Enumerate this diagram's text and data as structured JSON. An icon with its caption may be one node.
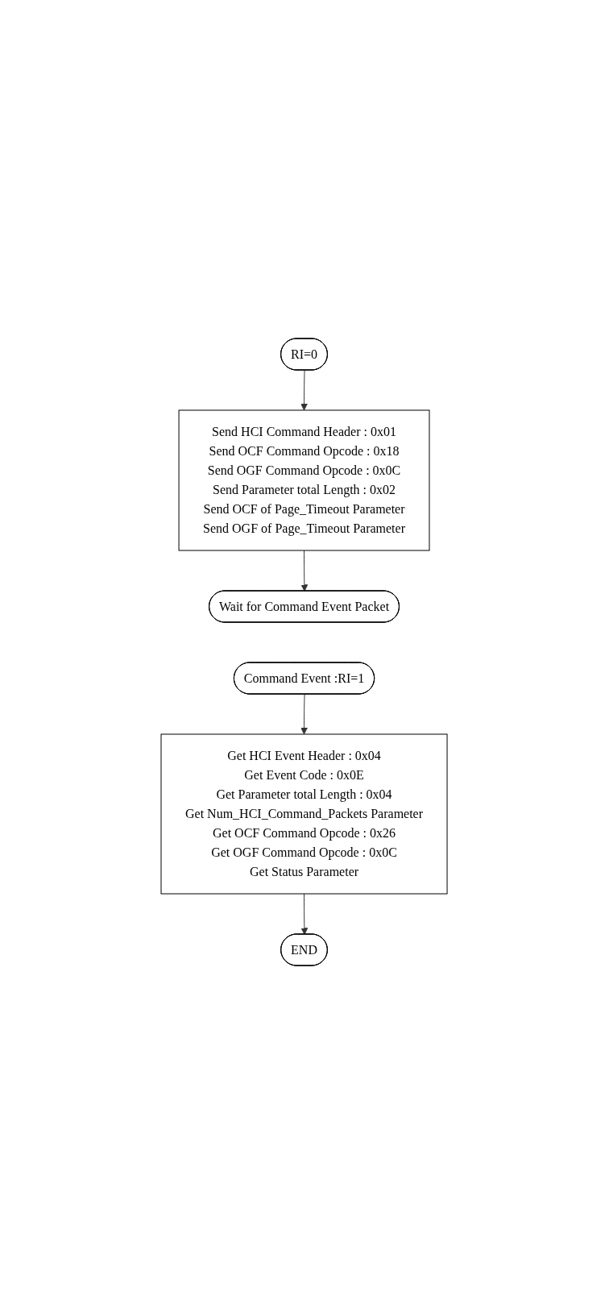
{
  "diagram": {
    "nodes": [
      {
        "text": [
          "RI=0"
        ]
      },
      {
        "text": [
          "Send HCI Command Header : 0x01",
          "Send OCF Command Opcode : 0x18",
          "Send OGF Command Opcode : 0x0C",
          "Send Parameter total Length : 0x02",
          "Send OCF of Page_Timeout Parameter",
          "Send OGF of Page_Timeout Parameter"
        ]
      },
      {
        "text": [
          "Wait for Command Event Packet"
        ]
      },
      {
        "text": [
          "Command Event :RI=1"
        ]
      },
      {
        "text": [
          "Get HCI Event Header : 0x04",
          "Get Event Code : 0x0E",
          "Get Parameter total Length : 0x04",
          "Get Num_HCI_Command_Packets Parameter",
          "Get OCF Command Opcode : 0x26",
          "Get OGF Command Opcode : 0x0C",
          "Get Status Parameter"
        ]
      },
      {
        "text": [
          "END"
        ]
      }
    ],
    "edges": [
      {
        "from": 0,
        "to": 1,
        "arrow": "to"
      },
      {
        "from": 1,
        "to": 2,
        "arrow": "to"
      },
      {
        "from": 3,
        "to": 4,
        "arrow": "to"
      },
      {
        "from": 4,
        "to": 5,
        "arrow": "to"
      }
    ]
  }
}
